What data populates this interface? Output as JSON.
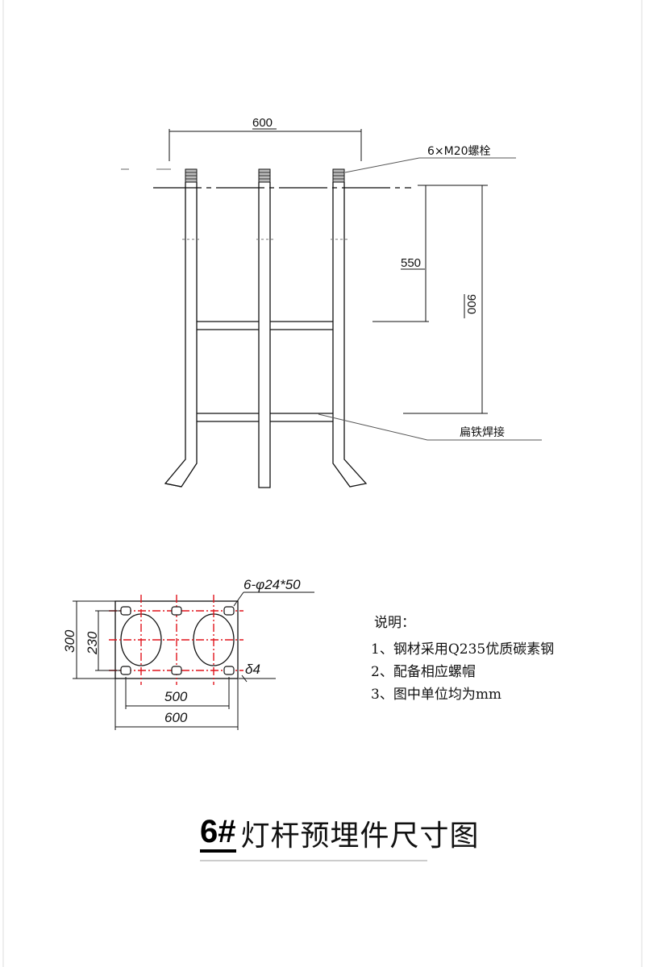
{
  "elevation": {
    "dim_top_width": "600",
    "dim_mid_height": "550",
    "dim_total_height": "900",
    "callout_bolt": "6×M20螺栓",
    "callout_weld": "扁铁焊接"
  },
  "plan": {
    "hole_callout": "6-φ24*50",
    "dim_outer_height": "300",
    "dim_inner_height": "230",
    "dim_inner_width": "500",
    "dim_outer_width": "600",
    "dim_thickness": "δ4"
  },
  "notes": {
    "title": "说明：",
    "items": [
      "1、钢材采用Q235优质碳素钢",
      "2、配备相应螺帽",
      "3、图中单位均为mm"
    ]
  },
  "title": {
    "number": "6#",
    "text": "灯杆预埋件尺寸图"
  },
  "colors": {
    "line": "#111111",
    "centerline": "#e0141c",
    "leader": "#555555"
  }
}
